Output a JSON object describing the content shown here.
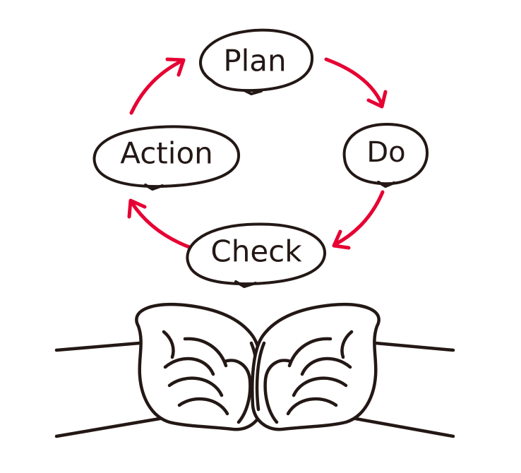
{
  "diagram": {
    "steps": [
      {
        "id": "plan",
        "label": "Plan"
      },
      {
        "id": "do",
        "label": "Do"
      },
      {
        "id": "check",
        "label": "Check"
      },
      {
        "id": "action",
        "label": "Action"
      }
    ]
  },
  "colors": {
    "ink": "#231815",
    "arrow": "#e60033",
    "background": "#ffffff"
  },
  "illustration": {
    "icon": "cupped-hands-icon"
  }
}
